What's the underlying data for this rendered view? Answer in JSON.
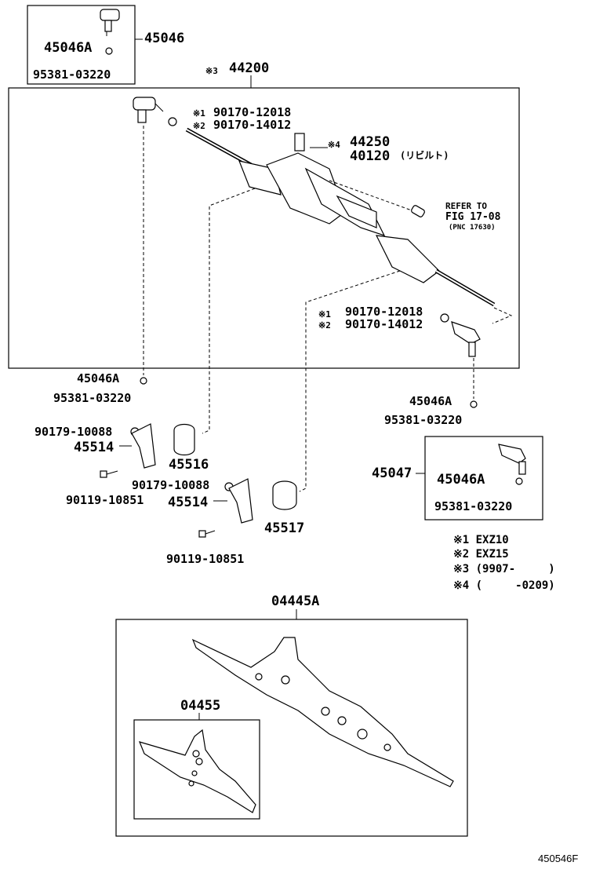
{
  "top_box": {
    "part_no": "45046",
    "sub_part": "45046A",
    "sub_bolt": "95381-03220"
  },
  "main": {
    "title_mark": "※3",
    "title": "44200",
    "nut1_mark": "※1",
    "nut1": "90170-12018",
    "nut2_mark": "※2",
    "nut2": "90170-14012",
    "gear_mark": "※4",
    "gear_no": "44250",
    "rebuilt_no": "40120",
    "rebuilt_note": "(リビルト)",
    "refer_line1": "REFER TO",
    "refer_line2": "FIG 17-08",
    "refer_line3": "(PNC 17630)",
    "nut1b_mark": "※1",
    "nut1b": "90170-12018",
    "nut2b_mark": "※2",
    "nut2b": "90170-14012"
  },
  "left_end": {
    "part": "45046A",
    "bolt": "95381-03220"
  },
  "right_end": {
    "part": "45046A",
    "bolt": "95381-03220"
  },
  "brackets": {
    "nut_a": "90179-10088",
    "bracket_a": "45514",
    "bushing_a": "45516",
    "bolt_a": "90119-10851",
    "nut_b": "90179-10088",
    "bracket_b": "45514",
    "bushing_b": "45517",
    "bolt_b": "90119-10851"
  },
  "box_45047": {
    "part_no": "45047",
    "sub_part": "45046A",
    "sub_bolt": "95381-03220"
  },
  "notes": {
    "n1": "※1 EXZ10",
    "n2": "※2 EXZ15",
    "n3": "※3 (9907-     )",
    "n4": "※4 (     -0209)"
  },
  "kit": {
    "title": "04445A",
    "inner_title": "04455"
  },
  "footer": {
    "code": "450546F"
  }
}
